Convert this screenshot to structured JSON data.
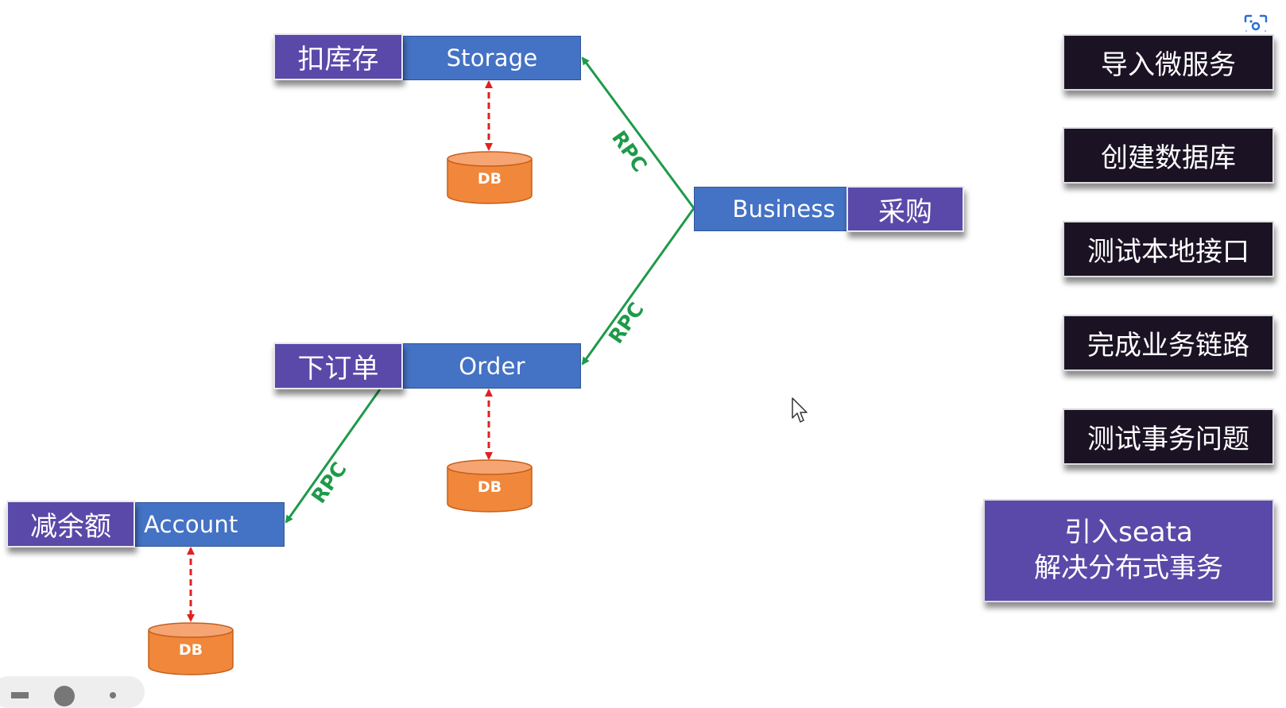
{
  "diagram": {
    "services": {
      "storage": {
        "name": "Storage",
        "action": "扣库存",
        "db": "DB"
      },
      "business": {
        "name": "Business",
        "action": "采购"
      },
      "order": {
        "name": "Order",
        "action": "下订单",
        "db": "DB"
      },
      "account": {
        "name": "Account",
        "action": "减余额",
        "db": "DB"
      }
    },
    "links": [
      {
        "from": "Business",
        "to": "Storage",
        "label": "RPC"
      },
      {
        "from": "Business",
        "to": "Order",
        "label": "RPC"
      },
      {
        "from": "Order",
        "to": "Account",
        "label": "RPC"
      }
    ],
    "colors": {
      "service": "#4472c4",
      "tag": "#5a49a8",
      "step": "#1b1324",
      "rpc": "#1e9a4a",
      "db": "#f0873a",
      "db_link": "#e02020"
    }
  },
  "steps": [
    "导入微服务",
    "创建数据库",
    "测试本地接口",
    "完成业务链路",
    "测试事务问题"
  ],
  "highlight": {
    "line1": "引入seata",
    "line2": "解决分布式事务"
  },
  "icons": {
    "cursor": "mouse-pointer-icon",
    "scan": "screen-capture-icon"
  }
}
